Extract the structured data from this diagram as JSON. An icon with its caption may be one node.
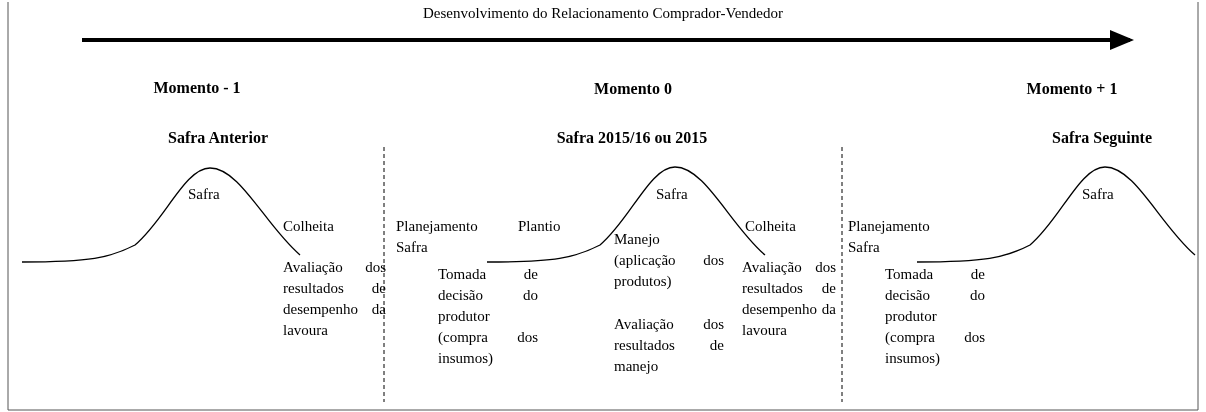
{
  "diagram": {
    "labels": [
      "Desenvolvimento do Relacionamento Comprador-Vendedor",
      "Momento - 1",
      "Momento 0",
      "Momento + 1",
      "Safra Anterior",
      "Safra 2015/16 ou 2015",
      "Safra Seguinte",
      "Safra",
      "Colheita",
      "Avaliação dos resultados de desempenho da lavoura",
      "Planejamento Safra",
      "Plantio",
      "Tomada de decisão do produtor (compra dos insumos)",
      "Safra",
      "Manejo (aplicação dos produtos)",
      "Avaliação dos resultados de manejo",
      "Colheita",
      "Avaliação dos resultados de desempenho da lavoura",
      "Planejamento Safra",
      "Tomada de decisão do produtor (compra dos insumos)",
      "Safra"
    ]
  }
}
